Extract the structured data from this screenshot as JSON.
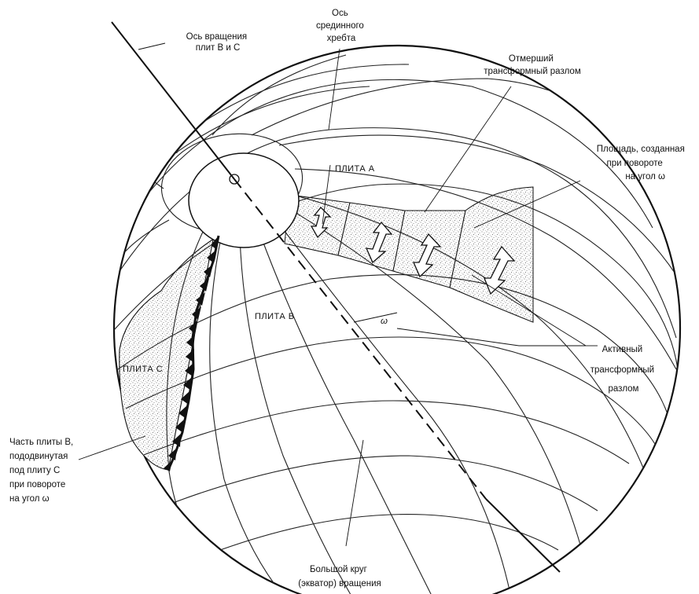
{
  "labels": {
    "rotation_axis": [
      "Ось вращения",
      "плит В и С"
    ],
    "ridge_axis": [
      "Ось",
      "срединного",
      "хребта"
    ],
    "dead_transform": [
      "Отмерший",
      "трансформный разлом"
    ],
    "area_created": [
      "Площадь, созданная",
      "при повороте",
      "на угол ω"
    ],
    "plate_a": "ПЛИТА А",
    "plate_b": "ПЛИТА В",
    "plate_c": "ПЛИТА С",
    "omega": "ω",
    "active_transform": [
      "Активный",
      "трансформный",
      "разлом"
    ],
    "subducted_part": [
      "Часть плиты В,",
      "пододвинутая",
      "под плиту С",
      "при повороте",
      "на угол ω"
    ],
    "great_circle": [
      "Большой круг",
      "(экватор) вращения"
    ]
  }
}
